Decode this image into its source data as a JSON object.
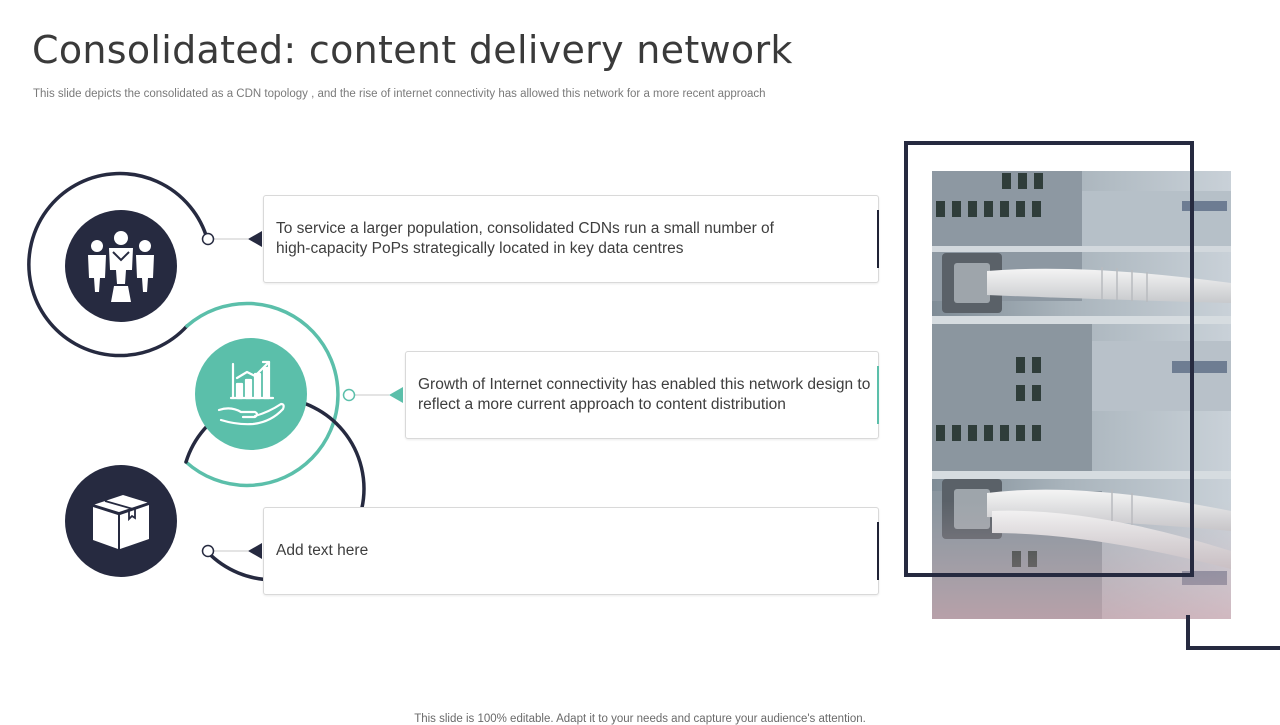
{
  "header": {
    "title": "Consolidated: content delivery network",
    "subtitle": "This slide depicts the consolidated as a CDN topology , and the rise of internet connectivity has allowed this network for a more recent approach"
  },
  "items": [
    {
      "icon": "team-people-icon",
      "color": "#262a40",
      "text": "To service a larger population, consolidated CDNs run a small number of high-capacity PoPs strategically located in key data centres"
    },
    {
      "icon": "growth-chart-hand-icon",
      "color": "#5bbfaa",
      "text": "Growth of Internet connectivity has enabled this network design to reflect a more current approach to content distribution"
    },
    {
      "icon": "package-box-icon",
      "color": "#262a40",
      "text": "Add text here"
    }
  ],
  "photo": {
    "subject": "server-rack-cables-photo"
  },
  "footer": {
    "note": "This slide is 100% editable. Adapt it to your needs and capture your audience's attention."
  },
  "colors": {
    "dark": "#262a40",
    "teal": "#5bbfaa",
    "text": "#3e3e3e"
  }
}
